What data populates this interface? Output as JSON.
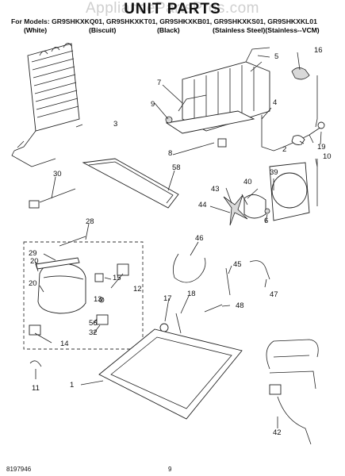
{
  "header": {
    "watermark": "AppliancePartsPros.com",
    "title": "UNIT PARTS",
    "models_line": "For Models: GR9SHKXKQ01, GR9SHKXKT01, GR9SHKXKB01, GR9SHKXKS01, GR9SHKXKL01",
    "variants": [
      "(White)",
      "(Biscuit)",
      "(Black)",
      "(Stainless Steel)(Stainless--VCM)"
    ]
  },
  "callouts": [
    "1",
    "2",
    "3",
    "4",
    "5",
    "6",
    "7",
    "8",
    "9",
    "10",
    "11",
    "12",
    "13",
    "14",
    "15",
    "16",
    "17",
    "18",
    "19",
    "20",
    "28",
    "29",
    "30",
    "32",
    "39",
    "40",
    "42",
    "43",
    "44",
    "45",
    "46",
    "47",
    "48",
    "56",
    "58"
  ],
  "footer": {
    "doc_number": "8197946",
    "page_number": "9"
  }
}
